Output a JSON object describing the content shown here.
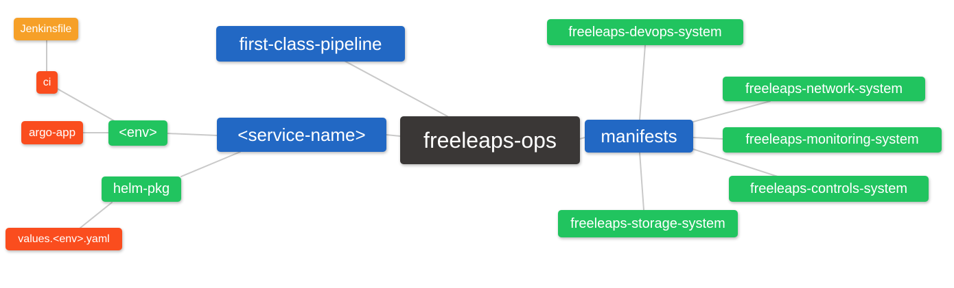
{
  "diagram": {
    "type": "mindmap",
    "root": "freeleaps-ops",
    "colors": {
      "root_bg": "#3A3736",
      "branch_bg": "#2268C4",
      "green_bg": "#21C45F",
      "red_bg": "#FA4D1E",
      "orange_bg": "#F6A028",
      "edge": "#c9c9c9",
      "text": "#ffffff"
    },
    "nodes": [
      {
        "id": "jenkinsfile",
        "label": "Jenkinsfile",
        "color": "#F6A028"
      },
      {
        "id": "ci",
        "label": "ci",
        "color": "#FA4D1E"
      },
      {
        "id": "argo-app",
        "label": "argo-app",
        "color": "#FA4D1E"
      },
      {
        "id": "env",
        "label": "<env>",
        "color": "#21C45F"
      },
      {
        "id": "helm-pkg",
        "label": "helm-pkg",
        "color": "#21C45F"
      },
      {
        "id": "values-env-yaml",
        "label": "values.<env>.yaml",
        "color": "#FA4D1E"
      },
      {
        "id": "first-class-pipeline",
        "label": "first-class-pipeline",
        "color": "#2268C4"
      },
      {
        "id": "service-name",
        "label": "<service-name>",
        "color": "#2268C4"
      },
      {
        "id": "freeleaps-ops",
        "label": "freeleaps-ops",
        "color": "#3A3736"
      },
      {
        "id": "manifests",
        "label": "manifests",
        "color": "#2268C4"
      },
      {
        "id": "freeleaps-devops-system",
        "label": "freeleaps-devops-system",
        "color": "#21C45F"
      },
      {
        "id": "freeleaps-network-system",
        "label": "freeleaps-network-system",
        "color": "#21C45F"
      },
      {
        "id": "freeleaps-monitoring-system",
        "label": "freeleaps-monitoring-system",
        "color": "#21C45F"
      },
      {
        "id": "freeleaps-controls-system",
        "label": "freeleaps-controls-system",
        "color": "#21C45F"
      },
      {
        "id": "freeleaps-storage-system",
        "label": "freeleaps-storage-system",
        "color": "#21C45F"
      }
    ],
    "edges": [
      {
        "from": "jenkinsfile",
        "to": "ci"
      },
      {
        "from": "ci",
        "to": "env"
      },
      {
        "from": "argo-app",
        "to": "env"
      },
      {
        "from": "env",
        "to": "service-name"
      },
      {
        "from": "helm-pkg",
        "to": "service-name"
      },
      {
        "from": "helm-pkg",
        "to": "values-env-yaml"
      },
      {
        "from": "service-name",
        "to": "freeleaps-ops"
      },
      {
        "from": "first-class-pipeline",
        "to": "freeleaps-ops"
      },
      {
        "from": "freeleaps-ops",
        "to": "manifests"
      },
      {
        "from": "manifests",
        "to": "freeleaps-devops-system"
      },
      {
        "from": "manifests",
        "to": "freeleaps-network-system"
      },
      {
        "from": "manifests",
        "to": "freeleaps-monitoring-system"
      },
      {
        "from": "manifests",
        "to": "freeleaps-controls-system"
      },
      {
        "from": "manifests",
        "to": "freeleaps-storage-system"
      }
    ]
  }
}
